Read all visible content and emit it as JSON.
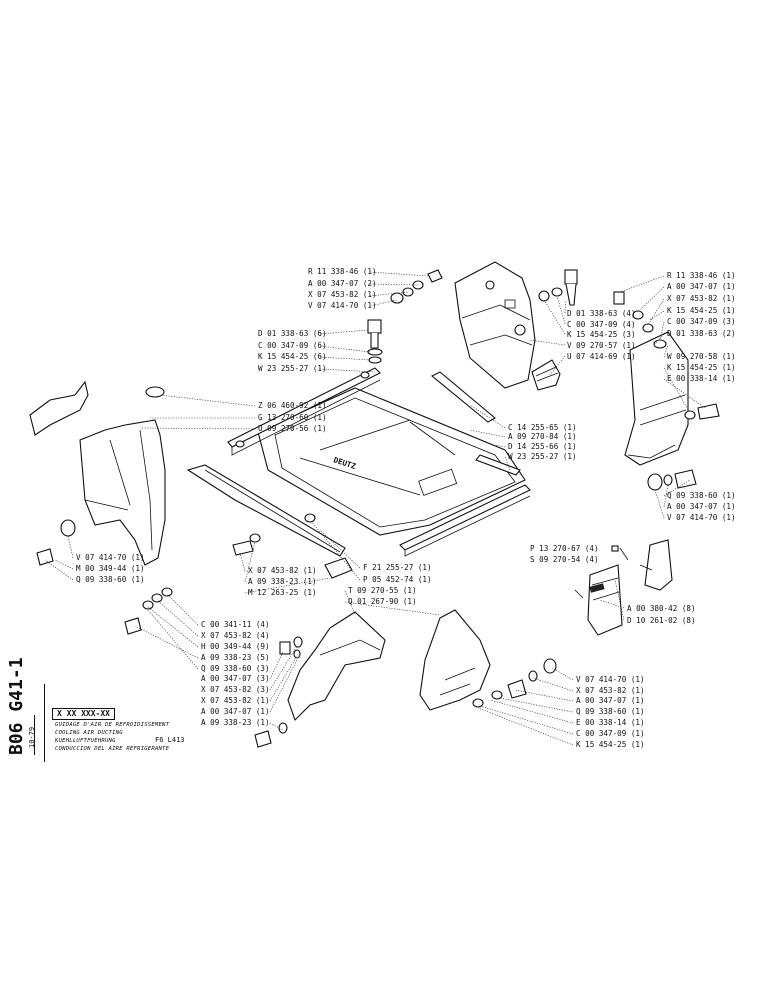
{
  "sheet": {
    "number": "B06 G41-1",
    "date": "10-79",
    "part_code": "X XX XXX-XX",
    "titles": [
      "GUIDAGE D'AIR DE REFROIDISSEMENT",
      "COOLING AIR DUCTING",
      "KUEHLLUFTFUEHRUNG",
      "CONDUCCION DEL AIRE REFRIGERANTE"
    ],
    "engine": "F6 L413"
  },
  "callouts": [
    {
      "label": "R 11 338-46 (1)"
    },
    {
      "label": "A 00 347-07 (2)"
    },
    {
      "label": "X 07 453-82 (1)"
    },
    {
      "label": "V 07 414-70 (1)"
    },
    {
      "label": "D 01 338-63 (4)"
    },
    {
      "label": "C 00 347-09 (4)"
    },
    {
      "label": "K 15 454-25 (3)"
    },
    {
      "label": "V 09 270-57 (1)"
    },
    {
      "label": "U 07 414-69 (1)"
    },
    {
      "label": "R 11 338-46 (1)"
    },
    {
      "label": "A 00 347-07 (1)"
    },
    {
      "label": "X 07 453-82 (1)"
    },
    {
      "label": "K 15 454-25 (1)"
    },
    {
      "label": "C 00 347-09 (3)"
    },
    {
      "label": "D 01 338-63 (2)"
    },
    {
      "label": "D 01 338-63 (6)"
    },
    {
      "label": "C 00 347-09 (6)"
    },
    {
      "label": "K 15 454-25 (6)"
    },
    {
      "label": "W 23 255-27 (1)"
    },
    {
      "label": "W 09 270-58 (1)"
    },
    {
      "label": "K 15 454-25 (1)"
    },
    {
      "label": "E 00 338-14 (1)"
    },
    {
      "label": "Z 06 460-92 (1)"
    },
    {
      "label": "G 13 270-60 (1)"
    },
    {
      "label": "U 09 270-56 (1)"
    },
    {
      "label": "C 14 255-65 (1)"
    },
    {
      "label": "A 09 270-84 (1)"
    },
    {
      "label": "D 14 255-66 (1)"
    },
    {
      "label": "W 23 255-27 (1)"
    },
    {
      "label": "Q 09 338-60 (1)"
    },
    {
      "label": "A 00 347-07 (1)"
    },
    {
      "label": "V 07 414-70 (1)"
    },
    {
      "label": "P 13 270-67 (4)"
    },
    {
      "label": "S 09 270-54 (4)"
    },
    {
      "label": "V 07 414-70 (1)"
    },
    {
      "label": "M 00 349-44 (1)"
    },
    {
      "label": "Q 09 338-60 (1)"
    },
    {
      "label": "X 07 453-82 (1)"
    },
    {
      "label": "A 09 338-23 (1)"
    },
    {
      "label": "M 12 263-25 (1)"
    },
    {
      "label": "F 21 255-27 (1)"
    },
    {
      "label": "P 05 452-74 (1)"
    },
    {
      "label": "T 09 270-55 (1)"
    },
    {
      "label": "Q 01 267-90 (1)"
    },
    {
      "label": "A 00 380-42 (8)"
    },
    {
      "label": "D 10 261-02 (8)"
    },
    {
      "label": "C 00 341-11 (4)"
    },
    {
      "label": "X 07 453-82 (4)"
    },
    {
      "label": "H 00 349-44 (9)"
    },
    {
      "label": "A 09 338-23 (5)"
    },
    {
      "label": "Q 09 338-60 (3)"
    },
    {
      "label": "A 00 347-07 (3)"
    },
    {
      "label": "X 07 453-82 (3)"
    },
    {
      "label": "X 07 453-82 (1)"
    },
    {
      "label": "A 00 347-07 (1)"
    },
    {
      "label": "A 09 338-23 (1)"
    },
    {
      "label": "V 07 414-70 (1)"
    },
    {
      "label": "X 07 453-82 (1)"
    },
    {
      "label": "A 00 347-07 (1)"
    },
    {
      "label": "Q 09 338-60 (1)"
    },
    {
      "label": "E 00 338-14 (1)"
    },
    {
      "label": "C 00 347-09 (1)"
    },
    {
      "label": "K 15 454-25 (1)"
    }
  ],
  "panel_marking": "DEUTZ"
}
